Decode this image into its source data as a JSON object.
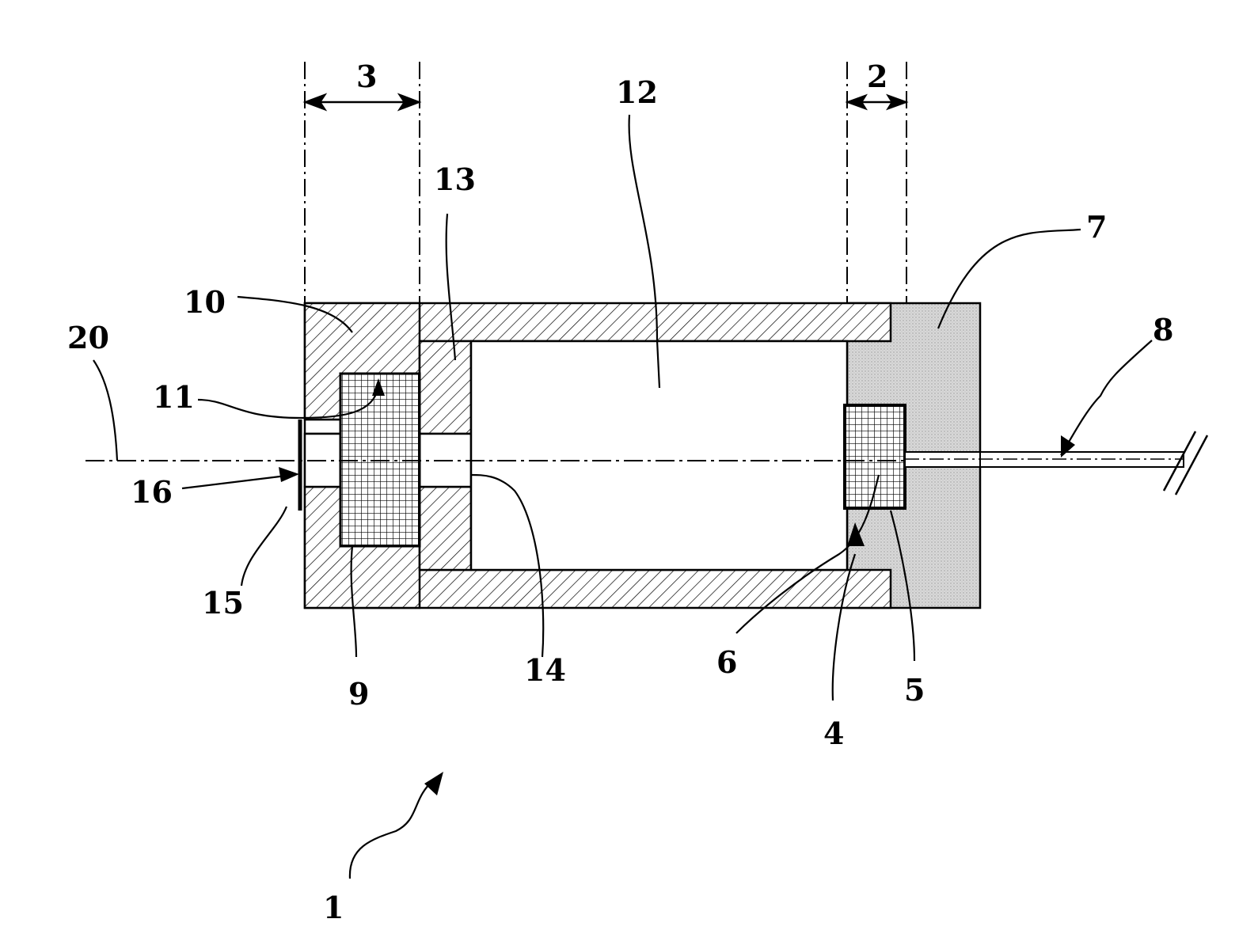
{
  "figure": {
    "labels": {
      "device": "1",
      "zone_right": "2",
      "zone_left": "3",
      "part_4": "4",
      "part_5": "5",
      "part_6": "6",
      "part_7": "7",
      "part_8": "8",
      "part_9": "9",
      "part_10": "10",
      "part_11": "11",
      "cavity_12": "12",
      "part_13": "13",
      "part_14": "14",
      "part_15": "15",
      "part_16": "16",
      "axis_20": "20"
    },
    "colors": {
      "line": "#000000",
      "background": "#ffffff",
      "gray_block": "#d2d2d2"
    }
  }
}
